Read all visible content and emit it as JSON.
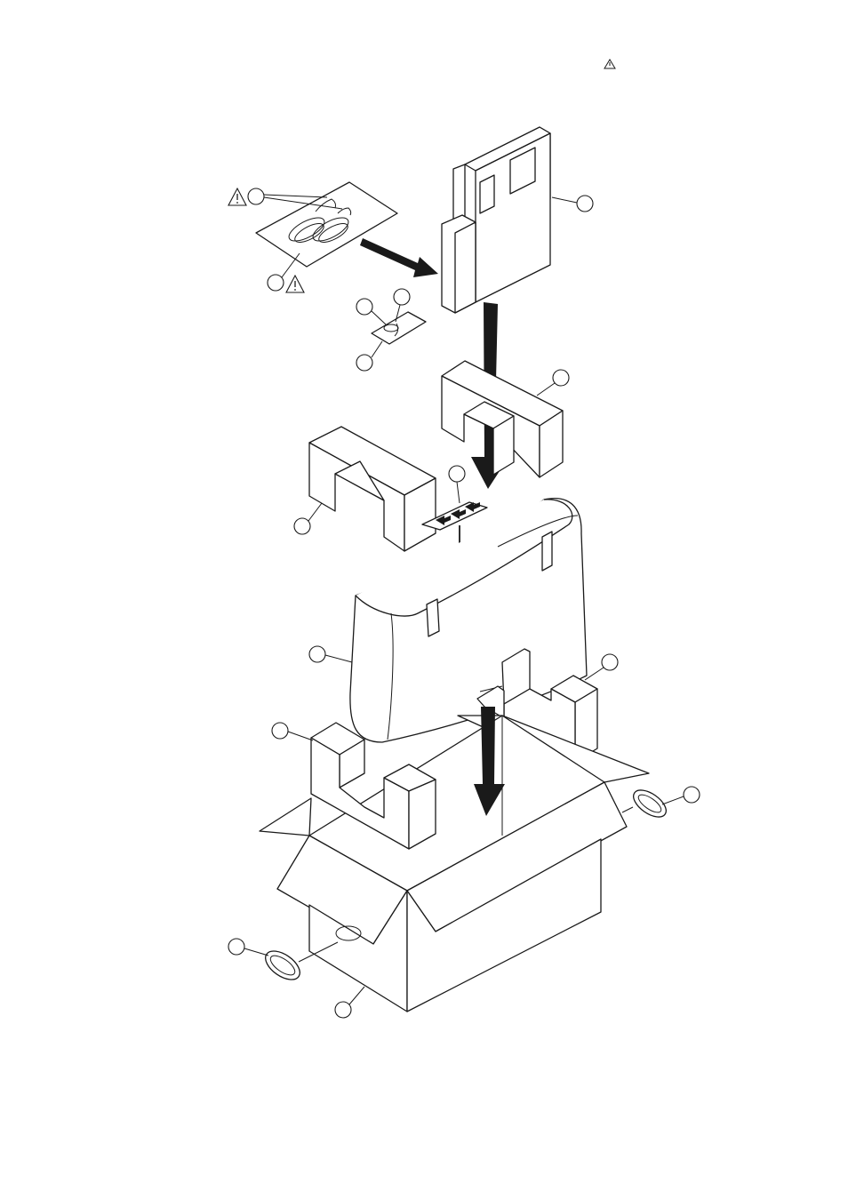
{
  "figure": {
    "title": "",
    "colors": {
      "line": "#1a1a1a",
      "background": "#ffffff"
    }
  },
  "icons": {
    "header_warning": "warning-triangle-icon",
    "callout_warning": "warning-triangle-icon"
  },
  "callouts": [
    {
      "id": "callout-wire-ties",
      "label": "",
      "warning": true
    },
    {
      "id": "callout-cable-bag",
      "label": "",
      "warning": true
    },
    {
      "id": "callout-top-tray",
      "label": ""
    },
    {
      "id": "callout-small-part-top",
      "label": ""
    },
    {
      "id": "callout-small-part-left",
      "label": ""
    },
    {
      "id": "callout-small-part-bottom",
      "label": ""
    },
    {
      "id": "callout-rear-cushion-upper",
      "label": ""
    },
    {
      "id": "callout-front-cushion-upper",
      "label": ""
    },
    {
      "id": "callout-label-sheet",
      "label": ""
    },
    {
      "id": "callout-protective-bag",
      "label": ""
    },
    {
      "id": "callout-rear-cushion-lower",
      "label": ""
    },
    {
      "id": "callout-front-cushion-lower",
      "label": ""
    },
    {
      "id": "callout-handle-right",
      "label": ""
    },
    {
      "id": "callout-handle-left",
      "label": ""
    },
    {
      "id": "callout-carton",
      "label": ""
    }
  ]
}
